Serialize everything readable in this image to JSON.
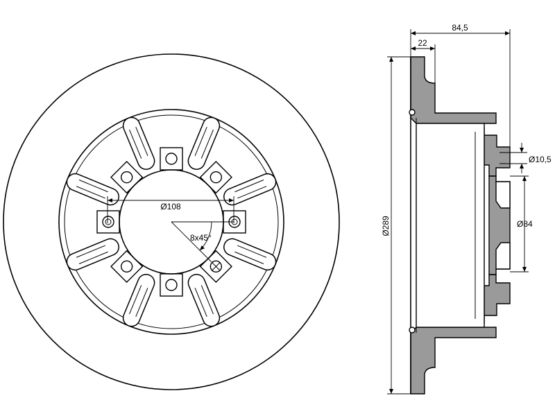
{
  "drawing": {
    "front_view": {
      "bolt_circle_label": "Ø108",
      "bolt_angle_label": "8x45°"
    },
    "side_view": {
      "overall_width_label": "84,5",
      "disc_thickness_label": "22",
      "outer_diameter_label": "Ø289",
      "hole_diameter_label": "Ø10,5",
      "hub_diameter_label": "Ø84"
    },
    "colors": {
      "section_fill": "#9a9a9a",
      "line": "#000000"
    }
  }
}
